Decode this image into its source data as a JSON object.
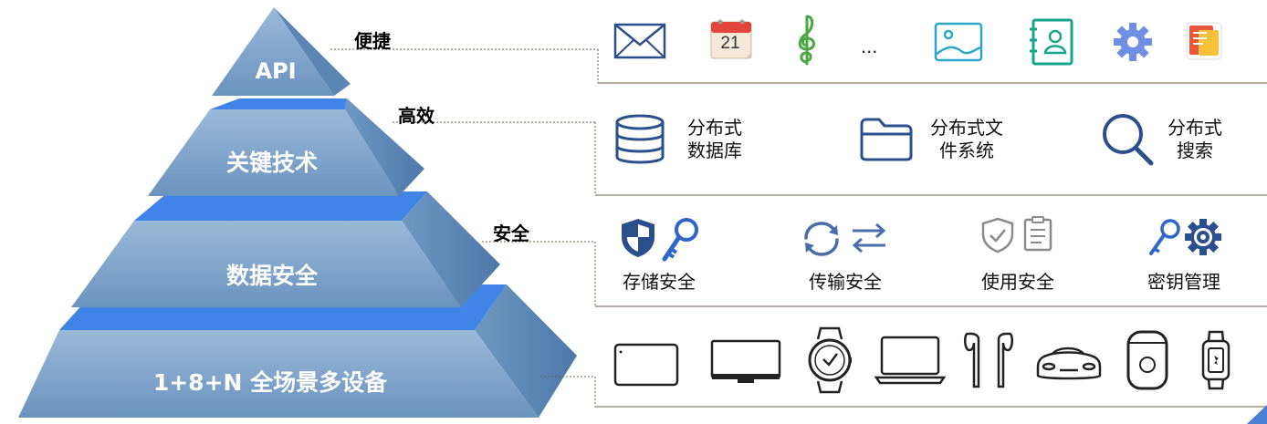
{
  "pyramid": {
    "tiers": [
      {
        "label": "API"
      },
      {
        "label": "关键技术"
      },
      {
        "label": "数据安全"
      },
      {
        "label": "1+8+N 全场景多设备"
      }
    ]
  },
  "connectors": {
    "api": "便捷",
    "tech": "高效",
    "security": "安全"
  },
  "api_row": {
    "icons": [
      "mail-icon",
      "calendar-icon",
      "music-icon",
      "more",
      "image-icon",
      "contacts-icon",
      "settings-icon",
      "notes-icon"
    ],
    "calendar_day": "21",
    "ellipsis": "..."
  },
  "tech_row": {
    "items": [
      {
        "icon": "database-icon",
        "line1": "分布式",
        "line2": "数据库"
      },
      {
        "icon": "folder-icon",
        "line1": "分布式文",
        "line2": "件系统"
      },
      {
        "icon": "search-icon",
        "line1": "分布式",
        "line2": "搜索"
      }
    ]
  },
  "security_row": {
    "items": [
      {
        "icons": [
          "shield-icon",
          "key-icon"
        ],
        "label": "存储安全"
      },
      {
        "icons": [
          "sync-icon",
          "transfer-icon"
        ],
        "label": "传输安全"
      },
      {
        "icons": [
          "shield-check-icon",
          "clipboard-icon"
        ],
        "label": "使用安全"
      },
      {
        "icons": [
          "key-icon",
          "gear-icon"
        ],
        "label": "密钥管理"
      }
    ]
  },
  "device_row": {
    "icons": [
      "tablet-icon",
      "tv-icon",
      "watch-icon",
      "laptop-icon",
      "earbuds-icon",
      "car-icon",
      "speaker-icon",
      "band-icon"
    ]
  },
  "colors": {
    "pyramid_face": "#7fa3c8",
    "pyramid_side": "#5f87b3",
    "pyramid_top": "#3f84e6",
    "icon_blue": "#2b4f8c",
    "divider": "#6b5a45"
  }
}
